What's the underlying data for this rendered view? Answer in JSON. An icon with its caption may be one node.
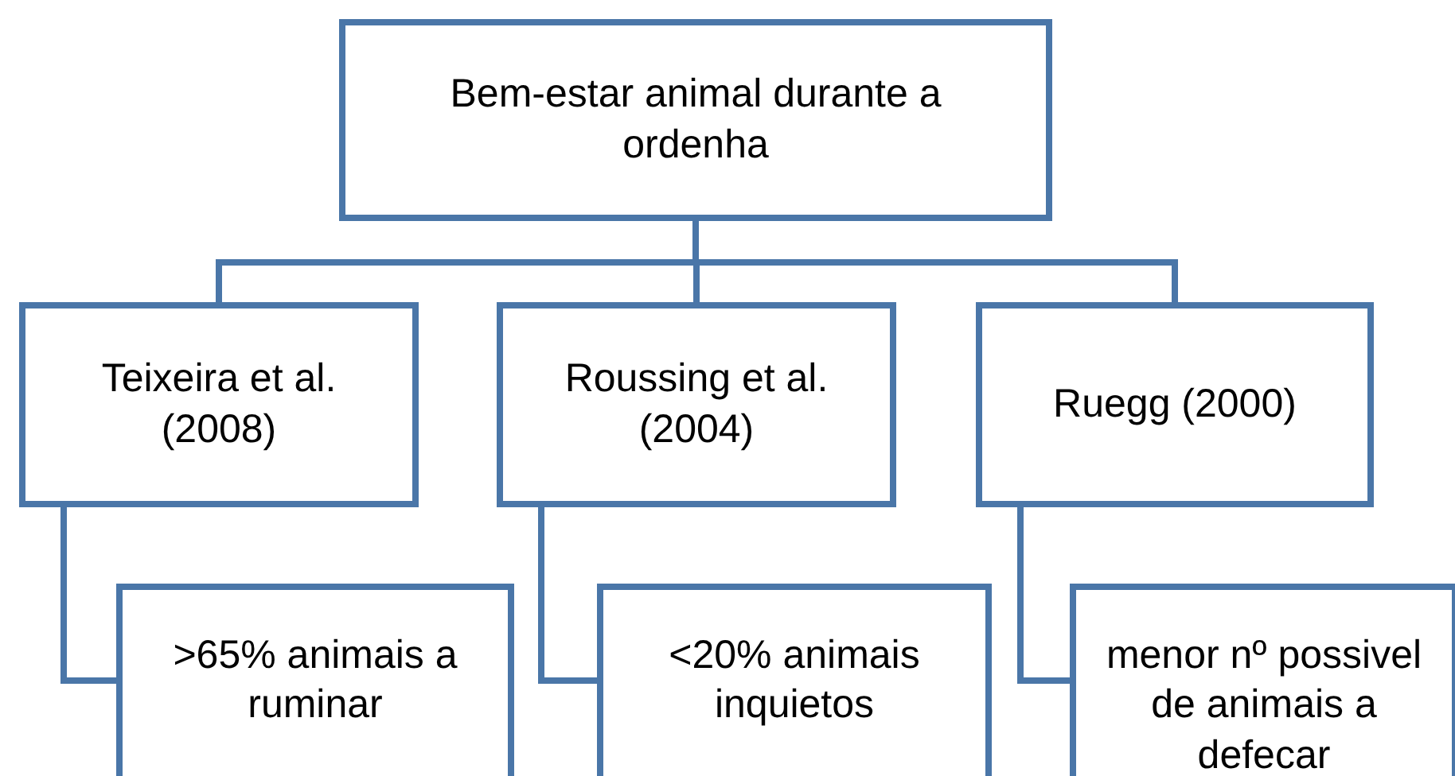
{
  "diagram": {
    "nodes": [
      {
        "text": [
          "Bem-estar animal durante a ordenha"
        ]
      },
      {
        "text": [
          "Teixeira et al. (2008)"
        ]
      },
      {
        "text": [
          "Roussing et al. (2004)"
        ]
      },
      {
        "text": [
          "Ruegg (2000)"
        ]
      },
      {
        "text": [
          ">65%  animais a ruminar"
        ]
      },
      {
        "text": [
          "<20% animais inquietos"
        ]
      },
      {
        "text": [
          "menor nº possivel de animais a defecar"
        ]
      }
    ],
    "edges": [
      {
        "from": 0,
        "to": 1,
        "arrow": "none"
      },
      {
        "from": 0,
        "to": 2,
        "arrow": "none"
      },
      {
        "from": 0,
        "to": 3,
        "arrow": "none"
      },
      {
        "from": 1,
        "to": 4,
        "arrow": "none"
      },
      {
        "from": 2,
        "to": 5,
        "arrow": "none"
      },
      {
        "from": 3,
        "to": 6,
        "arrow": "none"
      }
    ]
  }
}
